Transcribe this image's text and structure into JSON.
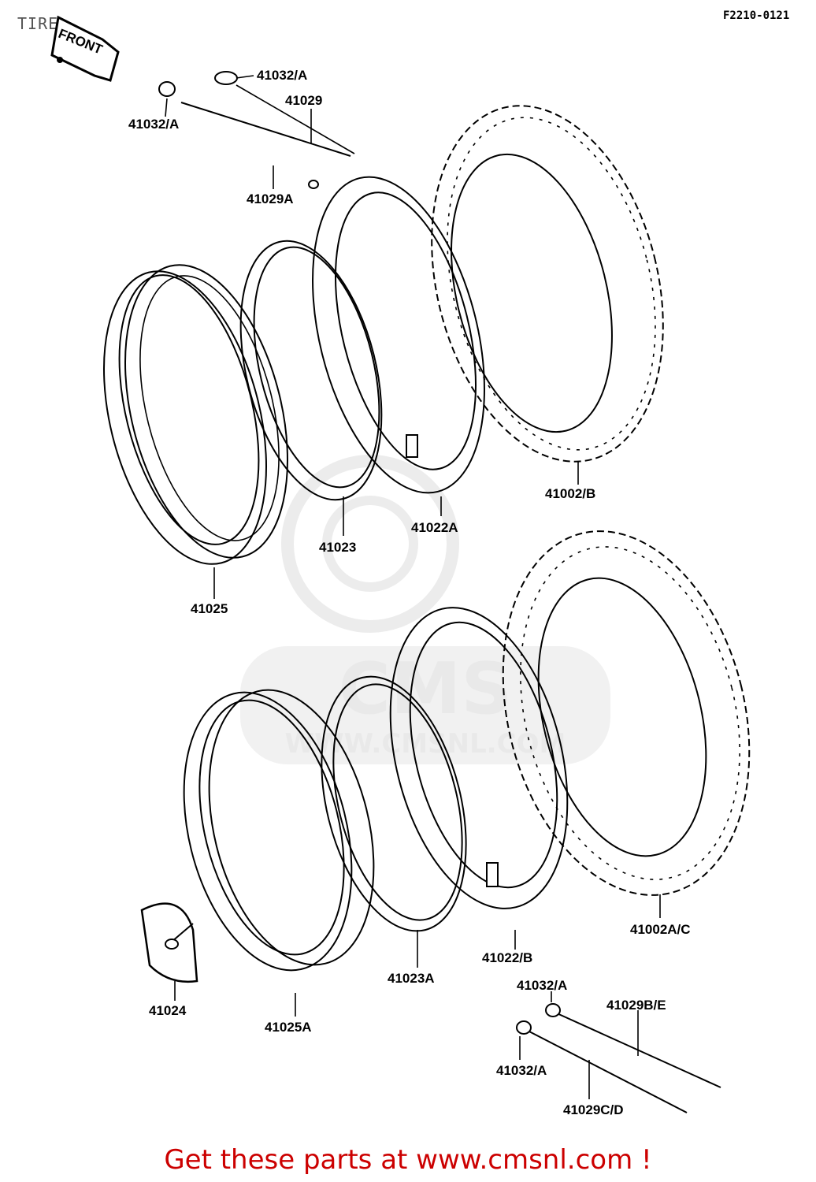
{
  "header": {
    "title": "TIRE",
    "ref_code": "F2210-0121",
    "front_label": "FRONT"
  },
  "watermark": {
    "brand": "CMS",
    "url": "WWW.CMSNL.COM"
  },
  "parts": {
    "p41032A_top": "41032/A",
    "p41032A_left": "41032/A",
    "p41029": "41029",
    "p41029A": "41029A",
    "p41002B": "41002/B",
    "p41022A": "41022A",
    "p41023": "41023",
    "p41025": "41025",
    "p41002AC": "41002A/C",
    "p41022B": "41022/B",
    "p41023A": "41023A",
    "p41024": "41024",
    "p41025A": "41025A",
    "p41032A_bottom1": "41032/A",
    "p41029BE": "41029B/E",
    "p41032A_bottom2": "41032/A",
    "p41029CD": "41029C/D"
  },
  "footer": {
    "cta": "Get these parts at www.cmsnl.com !"
  }
}
